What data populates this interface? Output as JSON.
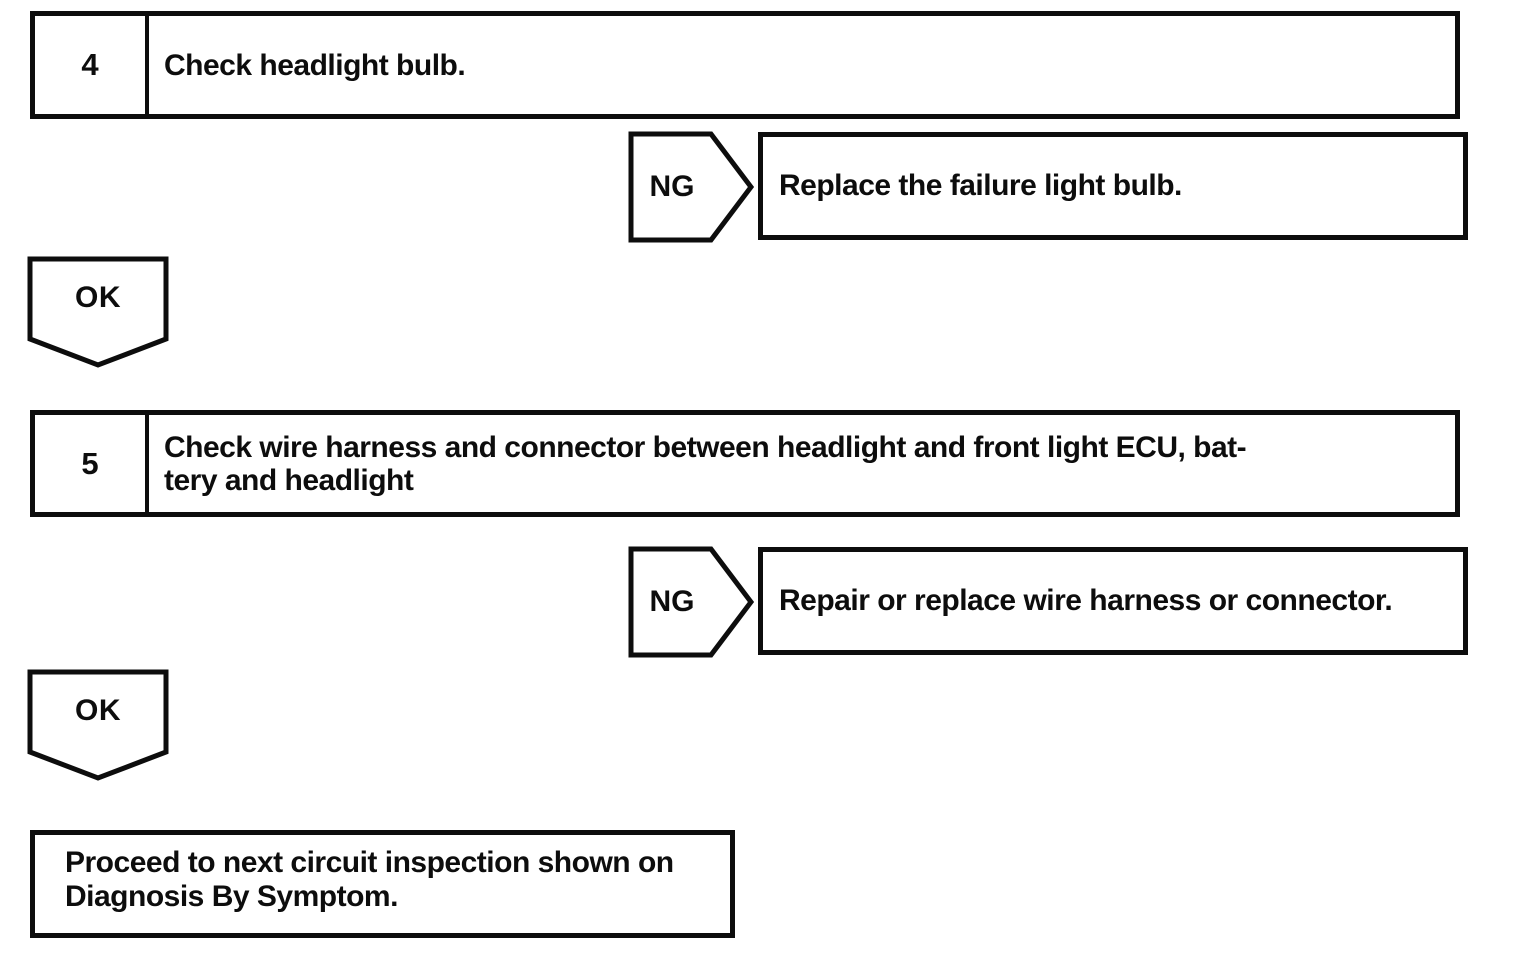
{
  "page": {
    "background": "#ffffff",
    "ink_color": "#0d0d0d"
  },
  "flowchart": {
    "connector_labels": {
      "ng": "NG",
      "ok": "OK"
    },
    "steps": [
      {
        "number": "4",
        "instruction": "Check headlight bulb.",
        "ng_result": "Replace the failure light bulb."
      },
      {
        "number": "5",
        "instruction": "Check wire harness and connector between headlight and front light ECU, bat-\ntery and headlight",
        "ng_result": "Repair or replace wire harness or connector."
      }
    ],
    "final_instruction": "Proceed to next circuit inspection shown on\nDiagnosis By Symptom."
  }
}
